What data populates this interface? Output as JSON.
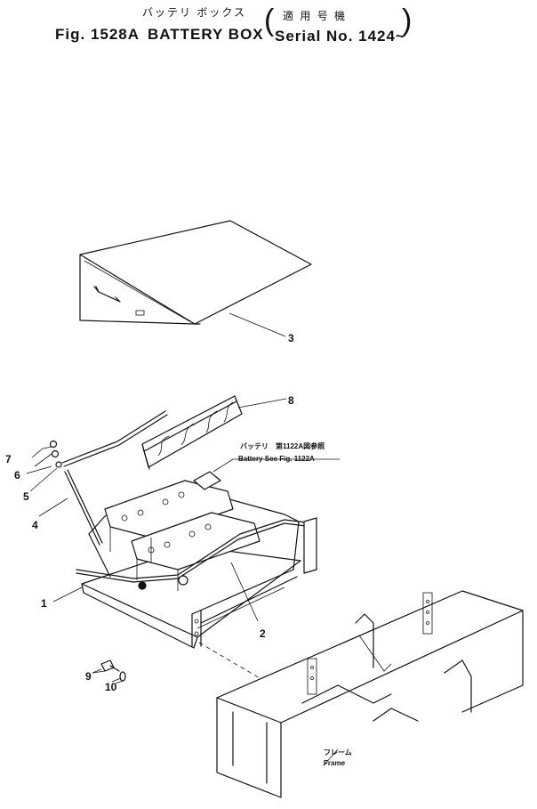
{
  "header": {
    "title_jp": "バッテリ ボックス",
    "serial_jp": "適 用 号 機",
    "fig_no": "Fig. 1528A",
    "title_en": "BATTERY BOX",
    "paren_open": "(",
    "serial_en": "Serial No. 1424~",
    "paren_close": ")"
  },
  "callouts": [
    "1",
    "2",
    "3",
    "4",
    "5",
    "6",
    "7",
    "8",
    "9",
    "10"
  ],
  "notes": {
    "battery_jp": "バッテリ　第1122A図参照",
    "battery_en": "Battery  See Fig. 1122A",
    "frame_jp": "フレーム",
    "frame_en": "Frame"
  }
}
